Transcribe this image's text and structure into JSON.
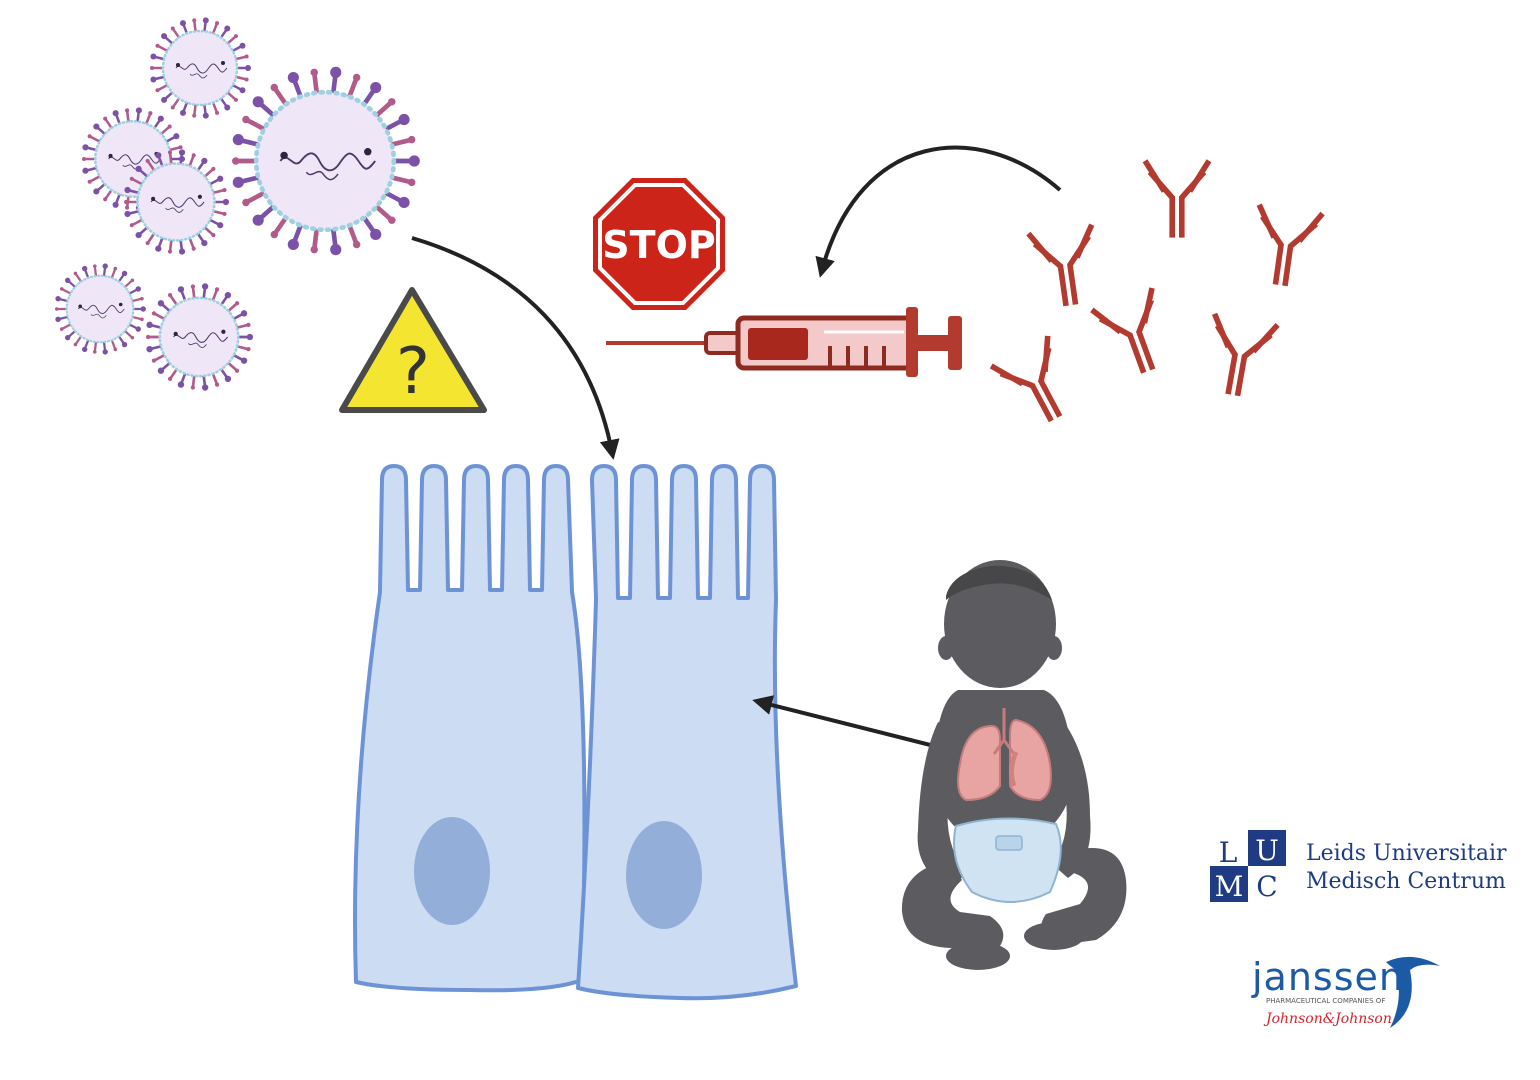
{
  "stop_sign": {
    "text": "STOP"
  },
  "warning_sign": {
    "text": "?"
  },
  "lumc_logo": {
    "letters": [
      "L",
      "U",
      "M",
      "C"
    ],
    "name_line1": "Leids Universitair",
    "name_line2": "Medisch Centrum"
  },
  "janssen_logo": {
    "brand": "janssen",
    "subline": "PHARMACEUTICAL COMPANIES OF",
    "parent": "Johnson&Johnson"
  },
  "colors": {
    "virus_membrane": "#efe6f7",
    "virus_dots": "#9fd0e0",
    "virus_spike_a": "#7b52a8",
    "virus_spike_b": "#b25a8a",
    "antibody": "#b33a2e",
    "stop_red": "#cc2418",
    "warning_yellow": "#f4e531",
    "cell_fill": "#ccdcf3",
    "cell_outline": "#6d93d6",
    "nucleus": "#93afd9",
    "baby": "#5c5c60",
    "lungs": "#e8a3a3",
    "diaper": "#cfe3f2",
    "lumc_blue": "#1f3b84",
    "janssen_blue": "#1c5aa6",
    "jj_red": "#d3232b"
  }
}
